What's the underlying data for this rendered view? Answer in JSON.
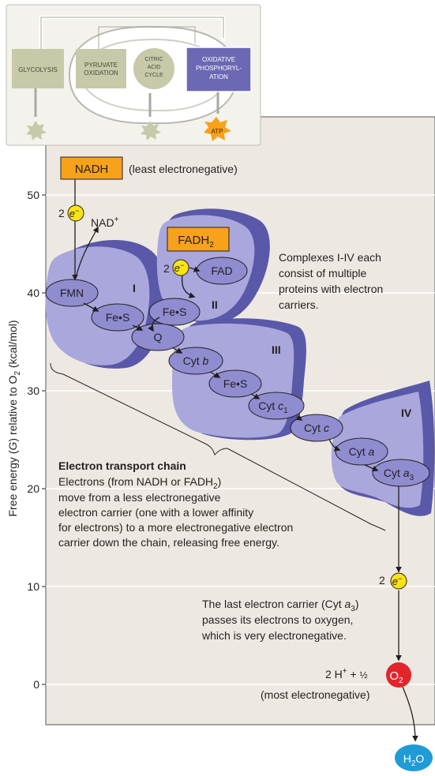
{
  "colors": {
    "panel_bg": "#ede9e2",
    "inset_bg": "#f3f2ed",
    "inset_box": "#c7c9a8",
    "oxphos_box": "#6b68b4",
    "complex_fill": "#a9a7dc",
    "complex_edge": "#5a58a8",
    "carrier_fill": "#8f8cd0",
    "nadh_orange": "#f7a21b",
    "electron_yellow": "#fbe316",
    "oxygen_red": "#e3252b",
    "water_blue": "#1f9bd7",
    "gridline": "#ffffff",
    "text_dark": "#231f20"
  },
  "inset": {
    "glycolysis": "GLYCOLYSIS",
    "pyruvate_1": "PYRUVATE",
    "pyruvate_2": "OXIDATION",
    "citric_1": "CITRIC",
    "citric_2": "ACID",
    "citric_3": "CYCLE",
    "oxphos_1": "OXIDATIVE",
    "oxphos_2": "PHOSPHORYL-",
    "oxphos_3": "ATION",
    "atp": "ATP"
  },
  "axis": {
    "label_prefix": "Free energy (",
    "label_var": "G",
    "label_mid": ") relative to O",
    "label_sub": "2",
    "label_suffix": " (kcal/mol)",
    "ticks": [
      "50",
      "40",
      "30",
      "20",
      "10",
      "0"
    ]
  },
  "complex_labels": [
    "I",
    "II",
    "III",
    "IV"
  ],
  "nadh": {
    "label": "NADH",
    "note": "(least electronegative)"
  },
  "nad_plus": {
    "base": "NAD",
    "sup": "+"
  },
  "fadh2": {
    "base": "FADH",
    "sub": "2"
  },
  "fad": "FAD",
  "electron": {
    "count": "2",
    "symbol": "e",
    "sup": "−"
  },
  "carriers": {
    "fmn": "FMN",
    "fes": "Fe•S",
    "q": "Q",
    "cyt": "Cyt",
    "b": "b",
    "c1": "c",
    "c1_sub": "1",
    "c": "c",
    "a": "a",
    "a3": "a",
    "a3_sub": "3"
  },
  "complexes_note": [
    "Complexes I-IV each",
    "consist of multiple",
    "proteins with electron",
    "carriers."
  ],
  "etc_heading": "Electron transport chain",
  "etc_text": {
    "l1a": "Electrons (from NADH or FADH",
    "l1sub": "2",
    "l1b": ")",
    "l2": "move from a less electronegative",
    "l3": "electron carrier (one with a lower affinity",
    "l4": "for electrons) to a more electronegative electron",
    "l5": "carrier down the chain, releasing free energy."
  },
  "last_carrier": {
    "l1a": "The last electron carrier (Cyt ",
    "l1i": "a",
    "l1sub": "3",
    "l1b": ")",
    "l2": "passes its electrons to oxygen,",
    "l3": "which is very electronegative."
  },
  "hydrogen": {
    "pre": "2 H",
    "sup": "+",
    "plus": " + ",
    "half": "½"
  },
  "oxygen": {
    "base": "O",
    "sub": "2",
    "note": "(most electronegative)"
  },
  "water": {
    "h": "H",
    "sub": "2",
    "o": "O"
  }
}
